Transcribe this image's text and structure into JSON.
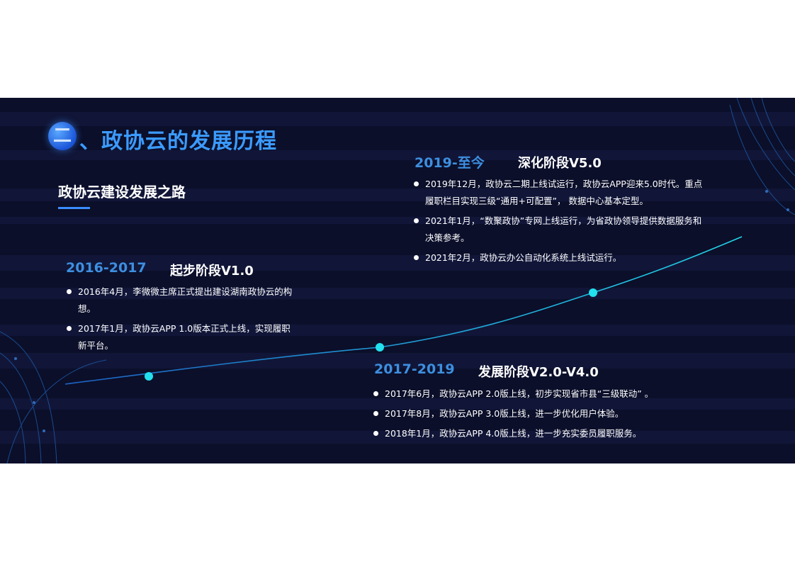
{
  "header": {
    "badge_glyph": "二",
    "title": "、政协云的发展历程",
    "subtitle": "政协云建设发展之路"
  },
  "stages": [
    {
      "year": "2016-2017",
      "name": "起步阶段V1.0",
      "bullets": [
        "2016年4月，李微微主席正式提出建设湖南政协云的构想。",
        "2017年1月，政协云APP 1.0版本正式上线，实现履职新平台。"
      ]
    },
    {
      "year": "2017-2019",
      "name": "发展阶段V2.0-V4.0",
      "bullets": [
        "2017年6月，政协云APP 2.0版上线，初步实现省市县“三级联动” 。",
        "2017年8月，政协云APP 3.0版上线，进一步优化用户体验。",
        "2018年1月，政协云APP 4.0版上线，进一步充实委员履职服务。"
      ]
    },
    {
      "year": "2019-至今",
      "name": "深化阶段V5.0",
      "bullets": [
        "2019年12月，政协云二期上线试运行，政协云APP迎来5.0时代。重点履职栏目实现三级“通用+可配置”， 数据中心基本定型。",
        "2021年1月，“数聚政协”专网上线运行，为省政协领导提供数据服务和决策参考。",
        "2021年2月，政协云办公自动化系统上线试运行。"
      ]
    }
  ],
  "colors": {
    "background": "#0b0f2a",
    "accent": "#3b9bff",
    "timeline": "#22d3e6",
    "node": "#22e0ee"
  }
}
